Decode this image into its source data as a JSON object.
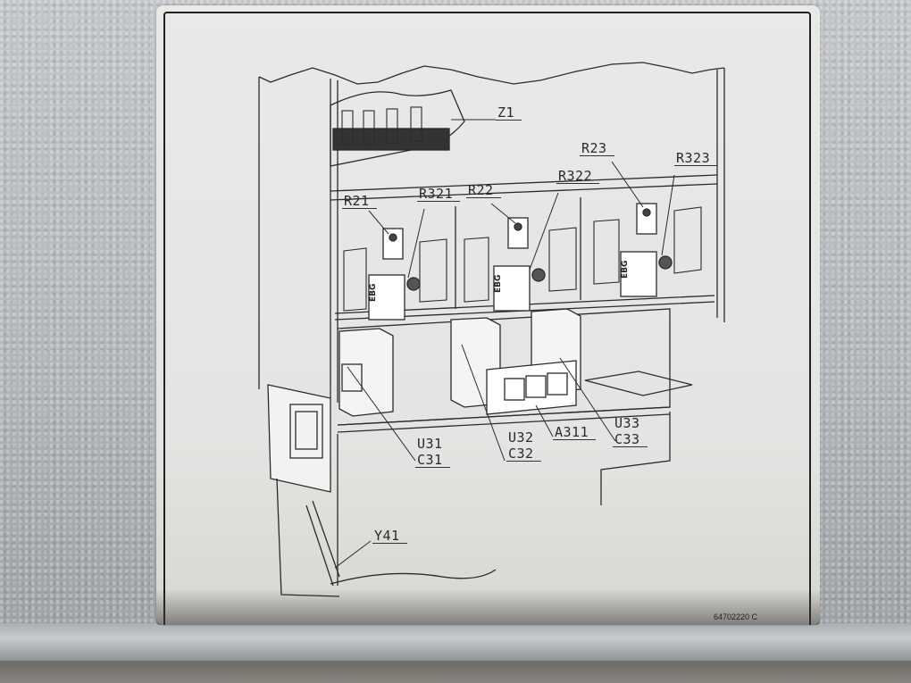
{
  "scene": {
    "description": "Photograph of a printed component location label mounted on galvanized sheet metal, showing an isometric line drawing of an electrical cabinet.",
    "colors": {
      "metal": "#b9bcbf",
      "label": "#e6e6e4",
      "ink": "#222222"
    }
  },
  "diagram": {
    "callouts": [
      {
        "id": "Z1",
        "text": "Z1"
      },
      {
        "id": "R21",
        "text": "R21"
      },
      {
        "id": "R321",
        "text": "R321"
      },
      {
        "id": "R22",
        "text": "R22"
      },
      {
        "id": "R322",
        "text": "R322"
      },
      {
        "id": "R23",
        "text": "R23"
      },
      {
        "id": "R323",
        "text": "R323"
      },
      {
        "id": "U31",
        "text": "U31"
      },
      {
        "id": "C31",
        "text": "C31"
      },
      {
        "id": "U32",
        "text": "U32"
      },
      {
        "id": "C32",
        "text": "C32"
      },
      {
        "id": "A311",
        "text": "A311"
      },
      {
        "id": "U33",
        "text": "U33"
      },
      {
        "id": "C33",
        "text": "C33"
      },
      {
        "id": "Y41",
        "text": "Y41"
      }
    ],
    "component_marking": "EBG",
    "document_number": "64702220 C"
  }
}
